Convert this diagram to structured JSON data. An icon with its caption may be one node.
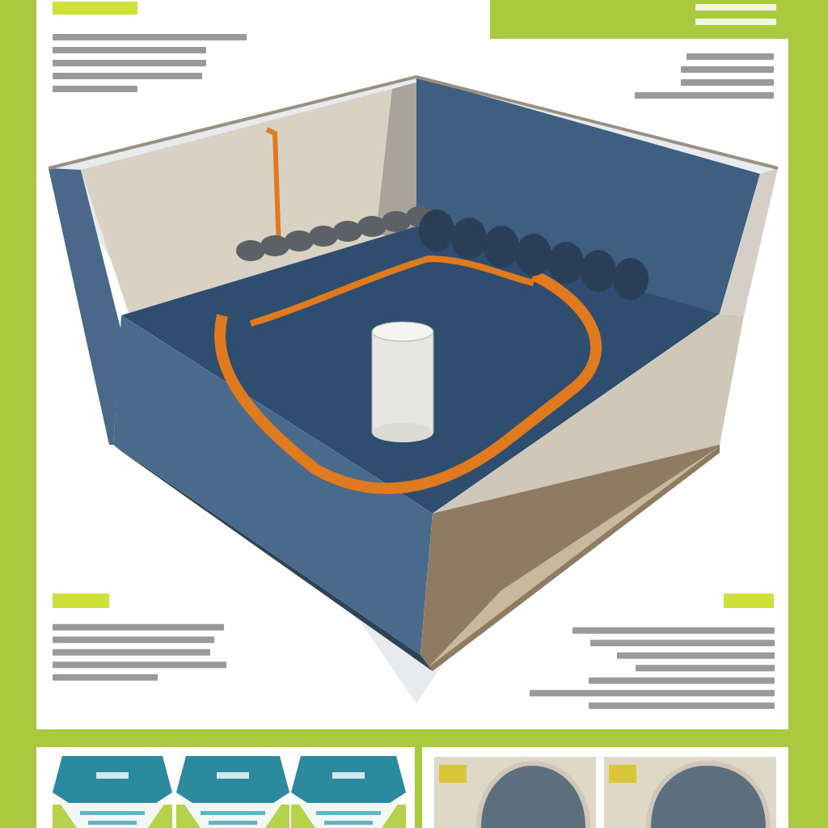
{
  "diagram": {
    "nodes": [
      {
        "text": [],
        "shape": "picture"
      },
      {
        "text": [],
        "shape": "hexagon"
      },
      {
        "text": [],
        "shape": "hexagon"
      },
      {
        "text": [],
        "shape": "hexagon"
      },
      {
        "text": [],
        "shape": "picture"
      },
      {
        "text": [],
        "shape": "picture"
      }
    ]
  }
}
